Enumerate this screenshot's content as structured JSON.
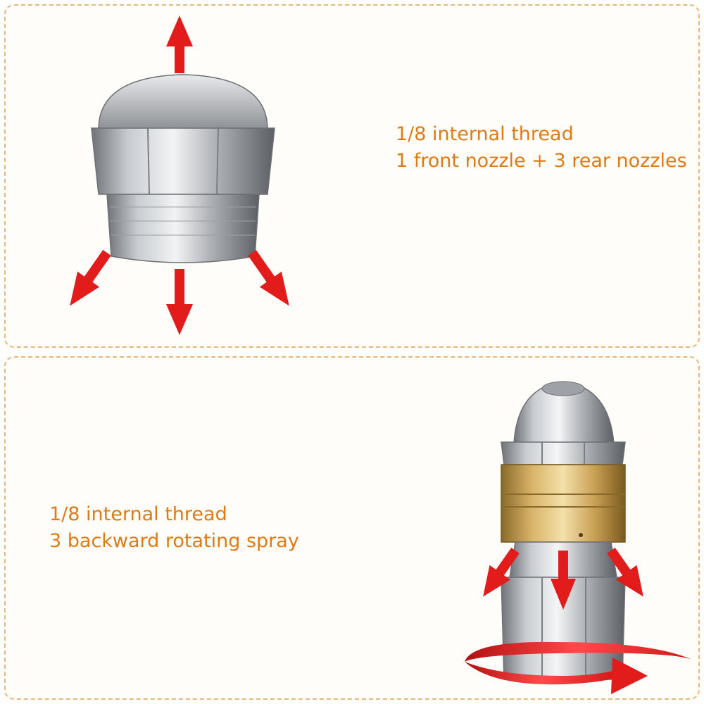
{
  "top_panel": {
    "caption_line1": "1/8 internal thread",
    "caption_line2": "1 front nozzle + 3 rear nozzles"
  },
  "bottom_panel": {
    "caption_line1": "1/8 internal thread",
    "caption_line2": "3 backward rotating spray"
  },
  "colors": {
    "caption_text": "#e07a14",
    "panel_border": "#e8b77a",
    "arrow_red": "#e21b1b",
    "steel": "#b9bcc0",
    "brass": "#d2a75a"
  },
  "icons": {
    "top_image": "nozzle-top-icon",
    "bottom_image": "rotating-nozzle-icon",
    "arrows": "spray-arrow-icon",
    "rotation": "rotation-arrow-icon"
  }
}
